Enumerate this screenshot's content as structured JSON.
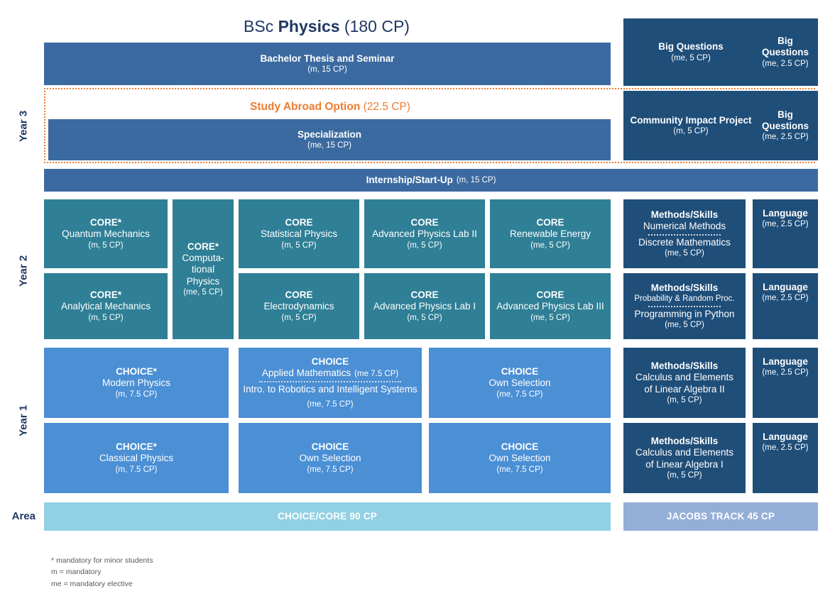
{
  "title": {
    "prefix": "BSc ",
    "bold": "Physics",
    "suffix": " (180 CP)"
  },
  "year_labels": {
    "year3": "Year 3",
    "year2": "Year 2",
    "year1": "Year 1",
    "area": "Area"
  },
  "study_abroad": {
    "label": "Study Abroad Option",
    "cp": "(22.5 CP)"
  },
  "year3": {
    "thesis": {
      "title": "Bachelor Thesis and Seminar",
      "cp": "(m, 15 CP)"
    },
    "specialization": {
      "title": "Specialization",
      "cp": "(me, 15 CP)"
    },
    "internship": {
      "title": "Internship/Start-Up",
      "cp": "(m, 15 CP)"
    },
    "big_questions_5": {
      "title": "Big Questions",
      "cp": "(me, 5 CP)"
    },
    "big_questions_25_top": {
      "title": "Big Questions",
      "cp": "(me, 2.5 CP)"
    },
    "community_impact": {
      "title": "Community Impact Project",
      "cp": "(m, 5 CP)"
    },
    "big_questions_25_bottom": {
      "title": "Big Questions",
      "cp": "(me, 2.5 CP)"
    }
  },
  "year2": {
    "quantum_mechanics": {
      "kind": "CORE*",
      "title": "Quantum Mechanics",
      "cp": "(m, 5 CP)"
    },
    "analytical_mechanics": {
      "kind": "CORE*",
      "title": "Analytical Mechanics",
      "cp": "(m, 5 CP)"
    },
    "computational_physics": {
      "kind": "CORE*",
      "title": "Computa-\ntional\nPhysics",
      "title_l1": "Computa-",
      "title_l2": "tional",
      "title_l3": "Physics",
      "cp": "(me, 5 CP)"
    },
    "statistical_physics": {
      "kind": "CORE",
      "title": "Statistical Physics",
      "cp": "(m, 5 CP)"
    },
    "electrodynamics": {
      "kind": "CORE",
      "title": "Electrodynamics",
      "cp": "(m, 5 CP)"
    },
    "advanced_lab_2": {
      "kind": "CORE",
      "title": "Advanced Physics Lab II",
      "cp": "(m, 5 CP)"
    },
    "advanced_lab_1": {
      "kind": "CORE",
      "title": "Advanced Physics Lab I",
      "cp": "(m, 5 CP)"
    },
    "renewable_energy": {
      "kind": "CORE",
      "title": "Renewable Energy",
      "cp": "(me, 5 CP)"
    },
    "advanced_lab_3": {
      "kind": "CORE",
      "title": "Advanced Physics Lab III",
      "cp": "(me, 5 CP)"
    },
    "methods_numerical": {
      "kind": "Methods/Skills",
      "option_a": "Numerical Methods",
      "option_b": "Discrete Mathematics",
      "cp": "(me, 5 CP)"
    },
    "methods_probability": {
      "kind": "Methods/Skills",
      "option_a": "Probability & Random Proc.",
      "option_b": "Programming in Python",
      "cp": "(me, 5 CP)"
    },
    "language_top": {
      "title": "Language",
      "cp": "(me, 2.5 CP)"
    },
    "language_bottom": {
      "title": "Language",
      "cp": "(me, 2.5 CP)"
    }
  },
  "year1": {
    "modern_physics": {
      "kind": "CHOICE*",
      "title": "Modern Physics",
      "cp": "(m, 7.5 CP)"
    },
    "classical_physics": {
      "kind": "CHOICE*",
      "title": "Classical Physics",
      "cp": "(m, 7.5 CP)"
    },
    "applied_math": {
      "kind": "CHOICE",
      "option_a": "Applied Mathematics",
      "option_a_cp": "(me 7.5 CP)",
      "option_b": "Intro. to Robotics and Intelligent Systems",
      "option_b_cp": "(me, 7.5 CP)"
    },
    "own_selection_mid": {
      "kind": "CHOICE",
      "title": "Own Selection",
      "cp": "(me, 7.5 CP)"
    },
    "own_selection_right_top": {
      "kind": "CHOICE",
      "title": "Own Selection",
      "cp": "(me, 7.5 CP)"
    },
    "own_selection_right_bottom": {
      "kind": "CHOICE",
      "title": "Own Selection",
      "cp": "(me, 7.5 CP)"
    },
    "calculus_2": {
      "kind": "Methods/Skills",
      "title_l1": "Calculus and Elements",
      "title_l2": "of Linear Algebra II",
      "cp": "(m, 5 CP)"
    },
    "calculus_1": {
      "kind": "Methods/Skills",
      "title_l1": "Calculus and Elements",
      "title_l2": "of Linear Algebra I",
      "cp": "(m, 5 CP)"
    },
    "language_top": {
      "title": "Language",
      "cp": "(me, 2.5 CP)"
    },
    "language_bottom": {
      "title": "Language",
      "cp": "(me, 2.5 CP)"
    }
  },
  "area": {
    "left": "CHOICE/CORE 90 CP",
    "right": "JACOBS TRACK 45 CP"
  },
  "legend": [
    "* mandatory for minor students",
    "m = mandatory",
    "me = mandatory elective"
  ],
  "colors": {
    "core": "#2f7f96",
    "choice": "#4b8fd4",
    "track": "#1f4e79",
    "thesis": "#3b6aa0",
    "accent_orange": "#ED7D31",
    "area_left": "#92d0e3",
    "area_right": "#94afd7",
    "heading_navy": "#1f3864"
  }
}
